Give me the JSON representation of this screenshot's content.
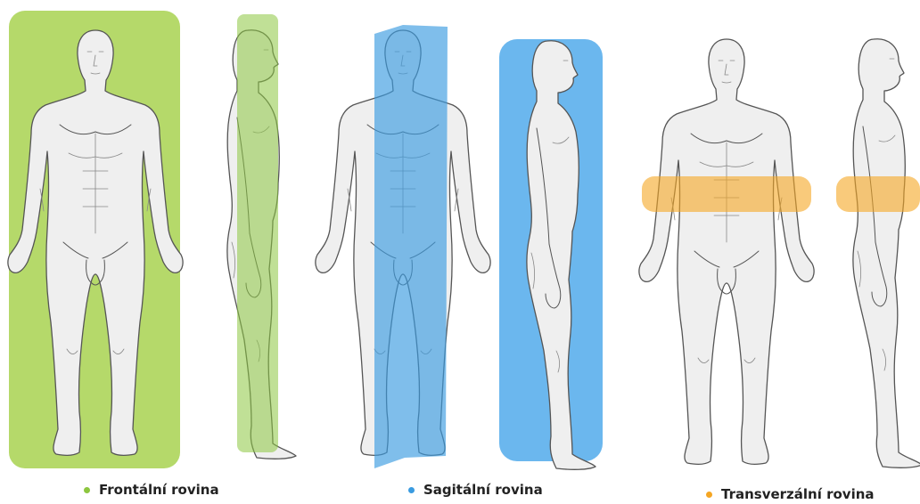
{
  "planes": [
    {
      "label": "Frontální rovina",
      "color": "#8dc63f"
    },
    {
      "label": "Sagitální rovina",
      "color": "#3a9be0"
    },
    {
      "label": "Transverzální rovina",
      "color": "#f5a623"
    }
  ]
}
